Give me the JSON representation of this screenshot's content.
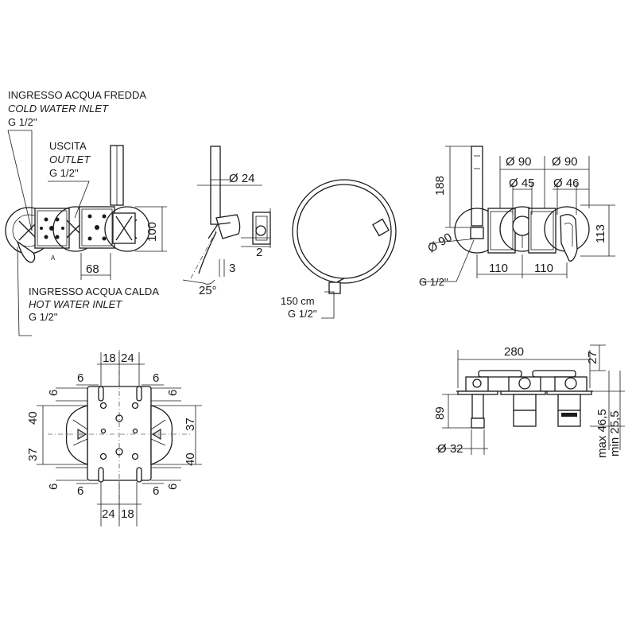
{
  "labels": {
    "cold_it": "INGRESSO ACQUA FREDDA",
    "cold_en": "COLD WATER INLET",
    "cold_thread": "G 1/2''",
    "outlet_it": "USCITA",
    "outlet_en": "OUTLET",
    "outlet_thread": "G 1/2''",
    "hot_it": "INGRESSO ACQUA CALDA",
    "hot_en": "HOT WATER INLET",
    "hot_thread": "G 1/2''",
    "marker_a": "A",
    "hose_length": "150 cm",
    "hose_thread": "G 1/2''",
    "front_thread": "G 1/2''"
  },
  "dims": {
    "plan_height": "100",
    "plan_width": "68",
    "side_diam": "Ø 24",
    "side_2": "2",
    "side_3": "3",
    "side_angle": "25°",
    "front_188": "188",
    "front_d90_a": "Ø 90",
    "front_d45": "Ø 45",
    "front_d90_b": "Ø 90",
    "front_d46": "Ø 46",
    "front_d90_c": "Ø 90",
    "front_113": "113",
    "front_110_a": "110",
    "front_110_b": "110",
    "plate_18_top": "18",
    "plate_24_top": "24",
    "plate_6_tl": "6",
    "plate_6_tr": "6",
    "plate_6_l1": "6",
    "plate_6_r1": "6",
    "plate_40_l": "40",
    "plate_37_l": "37",
    "plate_37_r": "37",
    "plate_40_r": "40",
    "plate_6_l2": "6",
    "plate_6_r2": "6",
    "plate_6_bl": "6",
    "plate_6_br": "6",
    "plate_24_bot": "24",
    "plate_18_bot": "18",
    "top_280": "280",
    "top_27": "27",
    "top_89": "89",
    "top_d32": "Ø 32",
    "top_max": "max 46,5",
    "top_min": "min 25,5"
  }
}
